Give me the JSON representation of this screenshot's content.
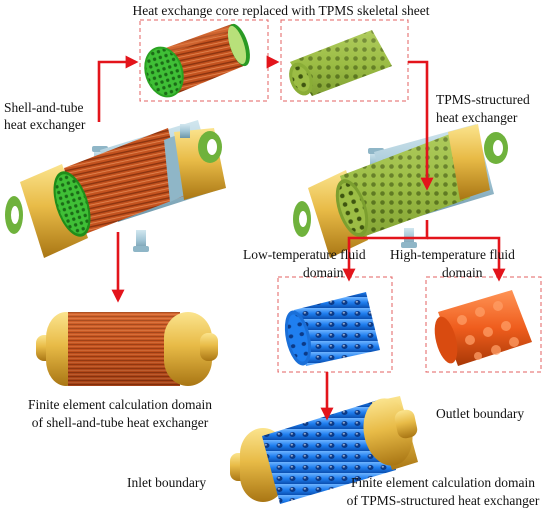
{
  "labels": {
    "title": "Heat exchange core replaced with TPMS skeletal sheet",
    "shell_tube_line1": "Shell-and-tube",
    "shell_tube_line2": "heat exchanger",
    "tpms_line1": "TPMS-structured",
    "tpms_line2": "heat exchanger",
    "low_temp_line1": "Low-temperature fluid",
    "low_temp_line2": "domain",
    "high_temp_line1": "High-temperature fluid",
    "high_temp_line2": "domain",
    "fe_shell_line1": "Finite element calculation domain",
    "fe_shell_line2": "of shell-and-tube heat exchanger",
    "outlet": "Outlet boundary",
    "inlet": "Inlet boundary",
    "fe_tpms_line1": "Finite element calculation domain",
    "fe_tpms_line2": "of TPMS-structured heat exchanger"
  },
  "colors": {
    "arrow": "#e3141b",
    "dashed_box": "#e36060",
    "copper": "#c4521e",
    "green_core": "#9cbd45",
    "blue_domain": "#1f7ff0",
    "orange_domain": "#ef5d1d",
    "gold_shell": "#e5b948",
    "steel_blue": "#a3c6d6",
    "lime_plate": "#43c93a"
  }
}
